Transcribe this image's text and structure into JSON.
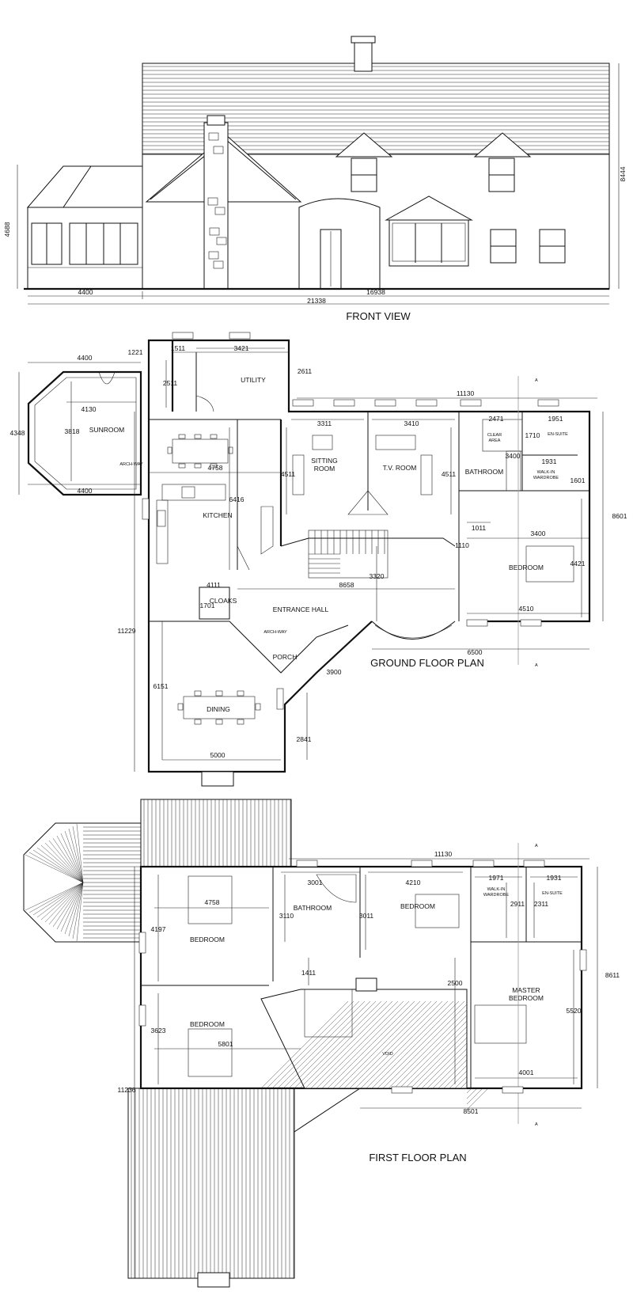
{
  "titles": {
    "front_view": "FRONT VIEW",
    "ground_floor": "GROUND FLOOR PLAN",
    "first_floor": "FIRST FLOOR PLAN"
  },
  "front_view": {
    "dims": {
      "height_left": "4688",
      "height_right": "8444",
      "sunroom_width": "4400",
      "house_width": "16938",
      "overall_width": "21338"
    }
  },
  "ground_floor": {
    "rooms": {
      "sunroom": "SUNROOM",
      "archway": "ARCH-WAY",
      "utility": "UTILITY",
      "kitchen": "KITCHEN",
      "sitting_line1": "SITTING",
      "sitting_line2": "ROOM",
      "tv_room": "T.V. ROOM",
      "bathroom": "BATHROOM",
      "clear_line1": "CLEAR",
      "clear_line2": "AREA",
      "ensuite": "EN-SUITE",
      "walkin_line1": "WALK-IN",
      "walkin_line2": "WARDROBE",
      "bedroom": "BEDROOM",
      "cloaks": "CLOAKS",
      "entrance_hall": "ENTRANCE HALL",
      "archway2": "ARCH-WAY",
      "porch": "PORCH",
      "dining": "DINING",
      "section_a": "A"
    },
    "dims": {
      "d4400_top": "4400",
      "d1221": "1221",
      "d1511": "1511",
      "d3421": "3421",
      "d2611": "2611",
      "d2511": "2511",
      "d4130": "4130",
      "d3818": "3818",
      "d4348": "4348",
      "d4400_bottom": "4400",
      "d11130": "11130",
      "d3311": "3311",
      "d3410": "3410",
      "d2471": "2471",
      "d1951": "1951",
      "d1710": "1710",
      "d3400_bath": "3400",
      "d1931": "1931",
      "d1601": "1601",
      "d4511_a": "4511",
      "d4511_b": "4511",
      "d4758": "4758",
      "d6416": "6416",
      "d1011": "1011",
      "d1110": "1110",
      "d3400_bed": "3400",
      "d4421": "4421",
      "d8601": "8601",
      "d4111": "4111",
      "d1701": "1701",
      "d8658": "8658",
      "d3320": "3320",
      "d4510": "4510",
      "d6500": "6500",
      "d11229": "11229",
      "d3900": "3900",
      "d6151": "6151",
      "d2841": "2841",
      "d5000": "5000"
    }
  },
  "first_floor": {
    "rooms": {
      "bedroom1": "BEDROOM",
      "bathroom": "BATHROOM",
      "bedroom2": "BEDROOM",
      "walkin_line1": "WALK-IN",
      "walkin_line2": "WARDROBE",
      "ensuite": "EN-SUITE",
      "master_line1": "MASTER",
      "master_line2": "BEDROOM",
      "bedroom3": "BEDROOM",
      "void": "VOID",
      "section_a": "A"
    },
    "dims": {
      "d11130": "11130",
      "d4758": "4758",
      "d3001": "3001",
      "d4210": "4210",
      "d1971": "1971",
      "d1931": "1931",
      "d3110": "3110",
      "d3011": "3011",
      "d2911": "2911",
      "d2311": "2311",
      "d4197": "4197",
      "d1411": "1411",
      "d2500": "2500",
      "d8611": "8611",
      "d3623": "3623",
      "d5801": "5801",
      "d5520": "5520",
      "d4001": "4001",
      "d8501": "8501",
      "d11236": "11236"
    }
  }
}
